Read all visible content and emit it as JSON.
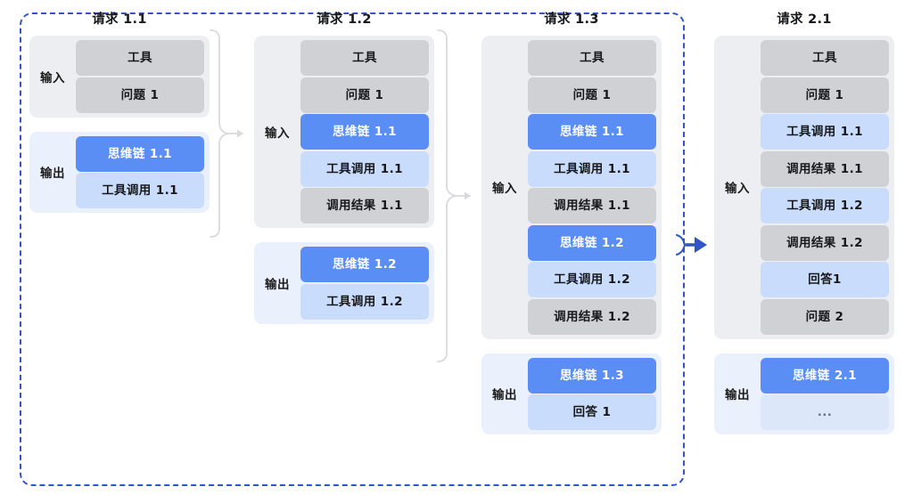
{
  "diagram": {
    "type": "agent-loop-context-growth",
    "boundary_label": "session-1-dashed-boundary",
    "colors": {
      "boundary": "#2f55c6",
      "arrow": "#2f55c6",
      "chip_gray": "#cfd1d5",
      "chip_blue": "#5b8ef5",
      "chip_lightblue": "#c9dcfb",
      "chip_ghost": "#dce7fa",
      "group_input_bg": "#eceef1",
      "group_output_bg": "#eaf0fc",
      "brace": "#d8dade"
    },
    "labels": {
      "input": "输入",
      "output": "输出"
    },
    "columns": [
      {
        "title": "请求 1.1",
        "in_session": true,
        "groups": [
          {
            "kind": "input",
            "label": "输入",
            "items": [
              {
                "text": "工具",
                "style": "gray"
              },
              {
                "text": "问题 1",
                "style": "gray"
              }
            ]
          },
          {
            "kind": "output",
            "label": "输出",
            "items": [
              {
                "text": "思维链 1.1",
                "style": "blue"
              },
              {
                "text": "工具调用 1.1",
                "style": "lightblue"
              }
            ]
          }
        ]
      },
      {
        "title": "请求 1.2",
        "in_session": true,
        "groups": [
          {
            "kind": "input",
            "label": "输入",
            "items": [
              {
                "text": "工具",
                "style": "gray"
              },
              {
                "text": "问题 1",
                "style": "gray"
              },
              {
                "text": "思维链 1.1",
                "style": "blue"
              },
              {
                "text": "工具调用 1.1",
                "style": "lightblue"
              },
              {
                "text": "调用结果 1.1",
                "style": "gray"
              }
            ]
          },
          {
            "kind": "output",
            "label": "输出",
            "items": [
              {
                "text": "思维链 1.2",
                "style": "blue"
              },
              {
                "text": "工具调用 1.2",
                "style": "lightblue"
              }
            ]
          }
        ]
      },
      {
        "title": "请求 1.3",
        "in_session": true,
        "groups": [
          {
            "kind": "input",
            "label": "输入",
            "items": [
              {
                "text": "工具",
                "style": "gray"
              },
              {
                "text": "问题 1",
                "style": "gray"
              },
              {
                "text": "思维链 1.1",
                "style": "blue"
              },
              {
                "text": "工具调用 1.1",
                "style": "lightblue"
              },
              {
                "text": "调用结果 1.1",
                "style": "gray"
              },
              {
                "text": "思维链 1.2",
                "style": "blue"
              },
              {
                "text": "工具调用 1.2",
                "style": "lightblue"
              },
              {
                "text": "调用结果 1.2",
                "style": "gray"
              }
            ]
          },
          {
            "kind": "output",
            "label": "输出",
            "items": [
              {
                "text": "思维链 1.3",
                "style": "blue"
              },
              {
                "text": "回答 1",
                "style": "lightblue"
              }
            ]
          }
        ]
      },
      {
        "title": "请求 2.1",
        "in_session": false,
        "groups": [
          {
            "kind": "input",
            "label": "输入",
            "items": [
              {
                "text": "工具",
                "style": "gray"
              },
              {
                "text": "问题 1",
                "style": "gray"
              },
              {
                "text": "工具调用 1.1",
                "style": "lightblue"
              },
              {
                "text": "调用结果 1.1",
                "style": "gray"
              },
              {
                "text": "工具调用 1.2",
                "style": "lightblue"
              },
              {
                "text": "调用结果 1.2",
                "style": "gray"
              },
              {
                "text": "回答1",
                "style": "lightblue"
              },
              {
                "text": "问题 2",
                "style": "gray"
              }
            ]
          },
          {
            "kind": "output",
            "label": "输出",
            "items": [
              {
                "text": "思维链 2.1",
                "style": "blue"
              },
              {
                "text": "...",
                "style": "ghost"
              }
            ]
          }
        ]
      }
    ],
    "connectors": [
      {
        "name": "brace-connector-1-to-2",
        "from": "请求 1.1",
        "to": "请求 1.2"
      },
      {
        "name": "brace-connector-2-to-3",
        "from": "请求 1.2",
        "to": "请求 1.3"
      },
      {
        "name": "session-transition-arrow",
        "from": "请求 1.3",
        "to": "请求 2.1"
      }
    ]
  }
}
